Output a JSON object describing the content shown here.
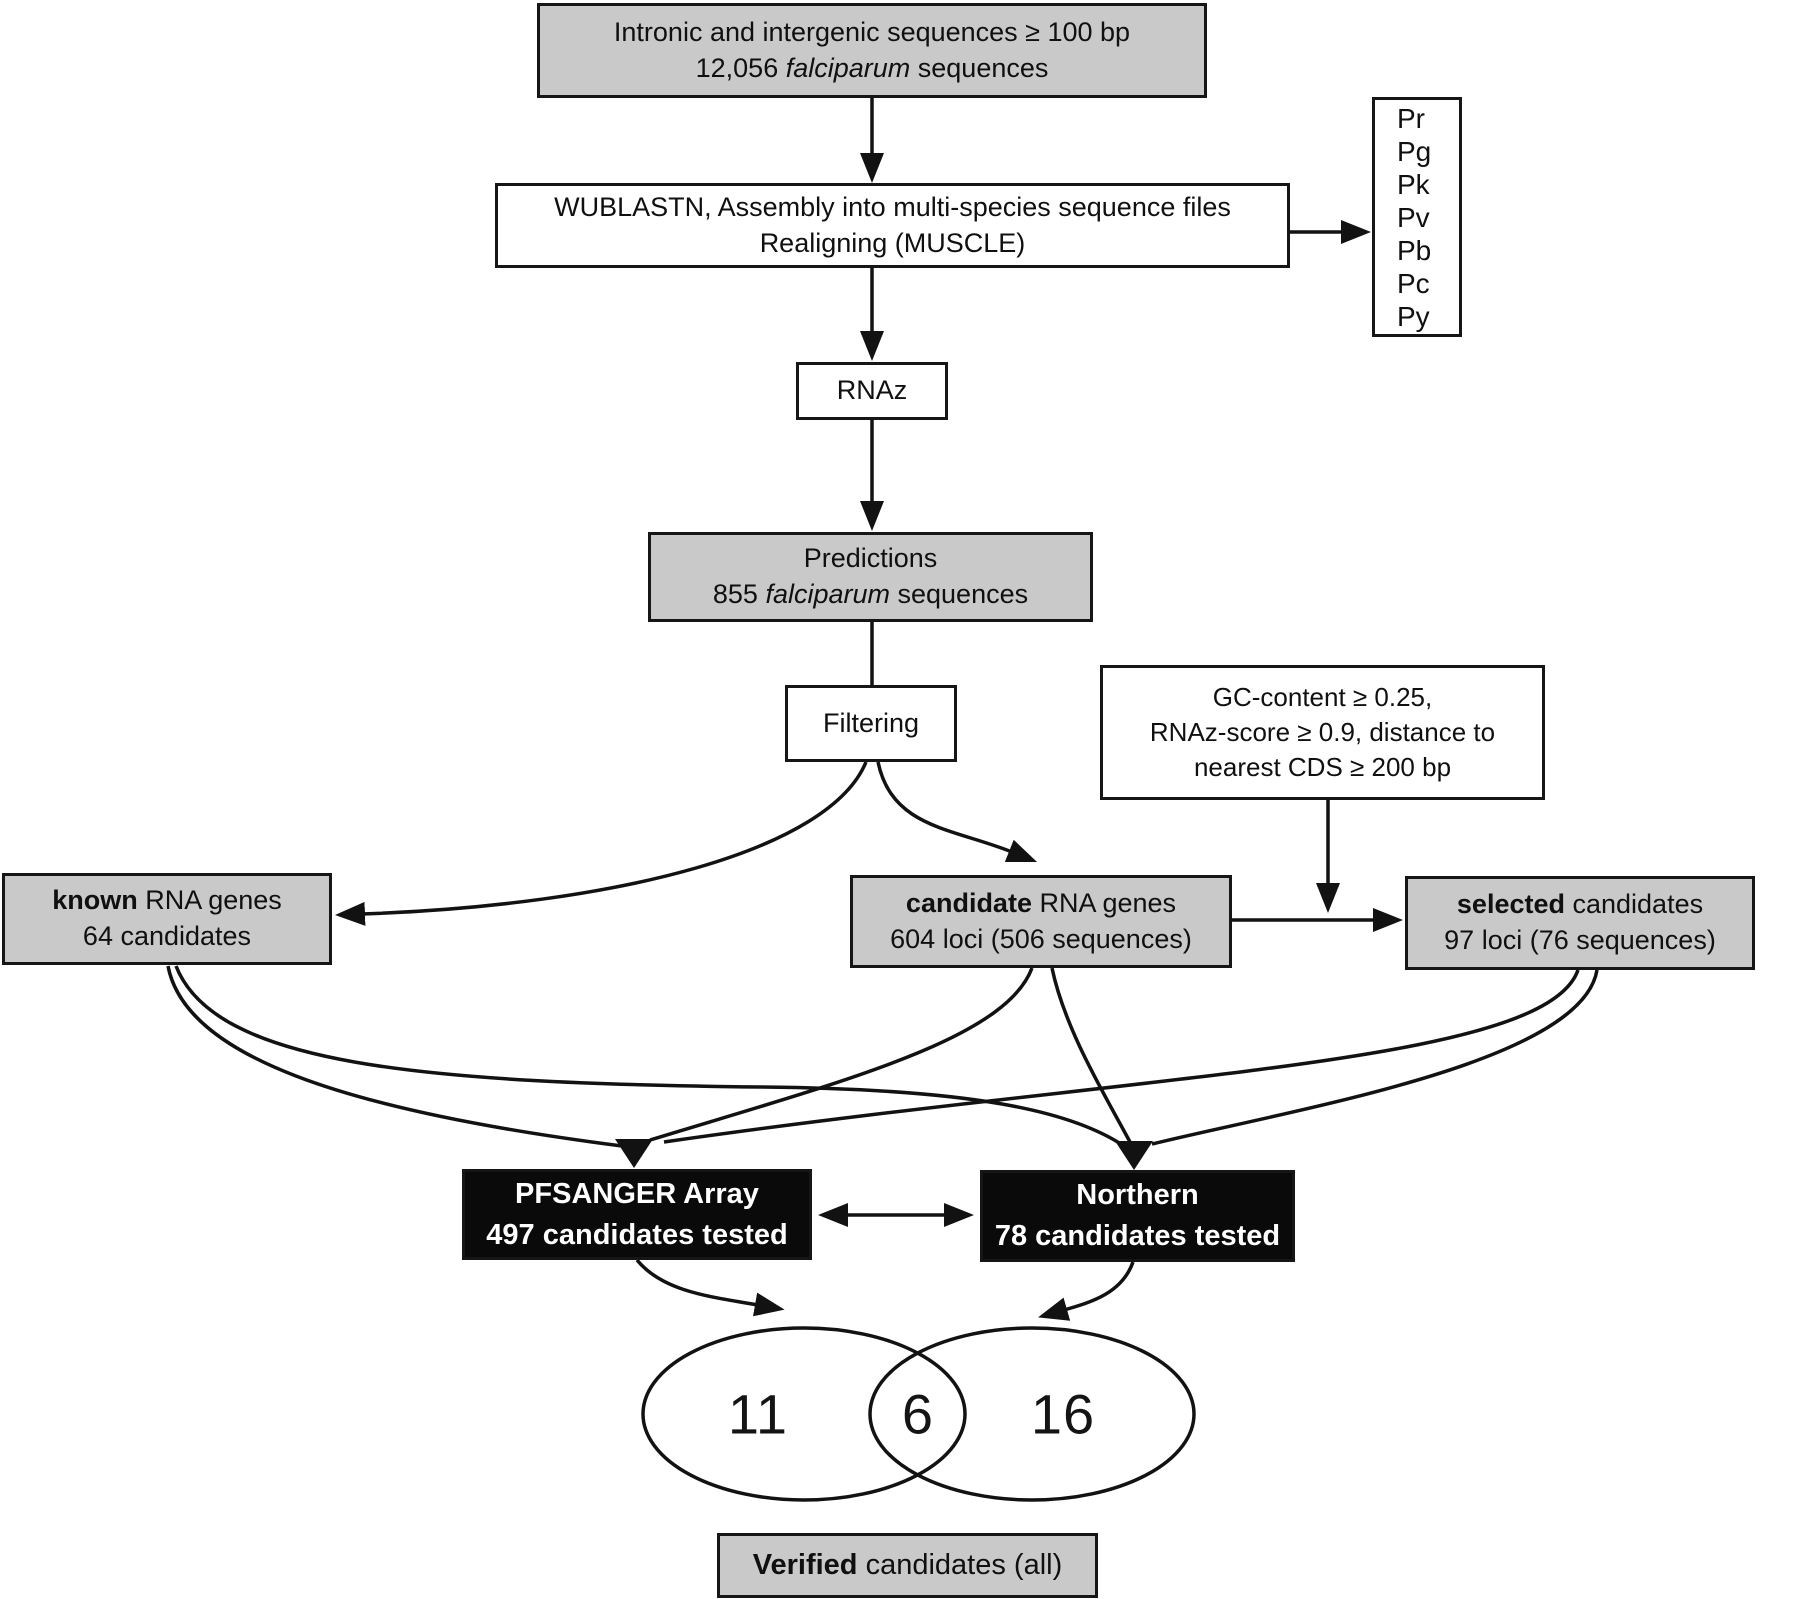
{
  "figure": {
    "kind": "flowchart",
    "description": "RNA gene prediction and verification pipeline in Plasmodium falciparum"
  },
  "boxes": {
    "input": {
      "line1": "Intronic and intergenic sequences ≥ 100 bp",
      "line2_pre": "12,056 ",
      "line2_italic": "falciparum",
      "line2_post": " sequences"
    },
    "wublastn": {
      "line1": "WUBLASTN, Assembly into multi-species sequence files",
      "line2": "Realigning (MUSCLE)"
    },
    "species": {
      "items": [
        "Pr",
        "Pg",
        "Pk",
        "Pv",
        "Pb",
        "Pc",
        "Py"
      ]
    },
    "rnaz": {
      "label": "RNAz"
    },
    "predictions": {
      "line1": "Predictions",
      "line2_pre": "855 ",
      "line2_italic": "falciparum",
      "line2_post": " sequences"
    },
    "filtering": {
      "label": "Filtering"
    },
    "gc_filter": {
      "line1": "GC-content ≥ 0.25,",
      "line2": "RNAz-score ≥ 0.9, distance to",
      "line3": "nearest CDS ≥ 200 bp"
    },
    "known": {
      "line1_bold": "known",
      "line1_rest": " RNA genes",
      "line2": "64 candidates"
    },
    "candidate": {
      "line1_bold": "candidate",
      "line1_rest": " RNA genes",
      "line2": "604 loci (506 sequences)"
    },
    "selected": {
      "line1_bold": "selected",
      "line1_rest": " candidates",
      "line2": "97 loci (76 sequences)"
    },
    "pfsanger": {
      "line1": "PFSANGER Array",
      "line2": "497 candidates tested"
    },
    "northern": {
      "line1": "Northern",
      "line2": "78 candidates tested"
    },
    "verified": {
      "bold": "Verified",
      "rest": " candidates (all)"
    }
  },
  "venn": {
    "array_only": "11",
    "both": "6",
    "northern_only": "16"
  },
  "colors": {
    "box_gray": "#c9c9c9",
    "box_black": "#0a0a0a",
    "line": "#121212",
    "background": "#ffffff"
  }
}
